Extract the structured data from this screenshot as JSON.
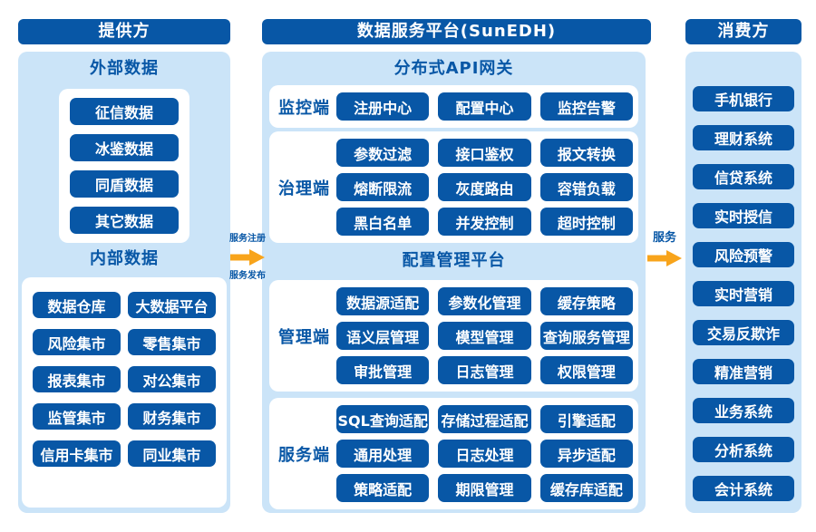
{
  "colors": {
    "primary_blue": "#0857A6",
    "panel_blue": "#CBE4F8",
    "box_white": "#FFFFFF",
    "arrow_orange": "#F8A41B",
    "button_text": "#FFFFFF"
  },
  "columns": {
    "provider": {
      "header": "提供方",
      "sections": [
        {
          "title": "外部数据",
          "items": [
            "征信数据",
            "冰鉴数据",
            "同盾数据",
            "其它数据"
          ]
        },
        {
          "title": "内部数据",
          "items": [
            "数据仓库",
            "大数据平台",
            "风险集市",
            "零售集市",
            "报表集市",
            "对公集市",
            "监管集市",
            "财务集市",
            "信用卡集市",
            "同业集市"
          ]
        }
      ]
    },
    "platform": {
      "header": "数据服务平台(SunEDH)",
      "groups": [
        {
          "title": "分布式API网关",
          "rows": [
            {
              "label": "监控端",
              "items": [
                "注册中心",
                "配置中心",
                "监控告警"
              ]
            },
            {
              "label": "治理端",
              "items": [
                "参数过滤",
                "接口鉴权",
                "报文转换",
                "熔断限流",
                "灰度路由",
                "容错负载",
                "黑白名单",
                "并发控制",
                "超时控制"
              ]
            }
          ]
        },
        {
          "title": "配置管理平台",
          "rows": [
            {
              "label": "管理端",
              "items": [
                "数据源适配",
                "参数化管理",
                "缓存策略",
                "语义层管理",
                "模型管理",
                "查询服务管理",
                "审批管理",
                "日志管理",
                "权限管理"
              ]
            },
            {
              "label": "服务端",
              "items": [
                "SQL查询适配",
                "存储过程适配",
                "引擎适配",
                "通用处理",
                "日志处理",
                "异步适配",
                "策略适配",
                "期限管理",
                "缓存库适配"
              ]
            }
          ]
        }
      ]
    },
    "consumer": {
      "header": "消费方",
      "items": [
        "手机银行",
        "理财系统",
        "信贷系统",
        "实时授信",
        "风险预警",
        "实时营销",
        "交易反欺诈",
        "精准营销",
        "业务系统",
        "分析系统",
        "会计系统"
      ]
    }
  },
  "arrows": {
    "left": {
      "top_label": "服务注册",
      "bottom_label": "服务发布"
    },
    "right": {
      "top_label": "服务"
    }
  }
}
